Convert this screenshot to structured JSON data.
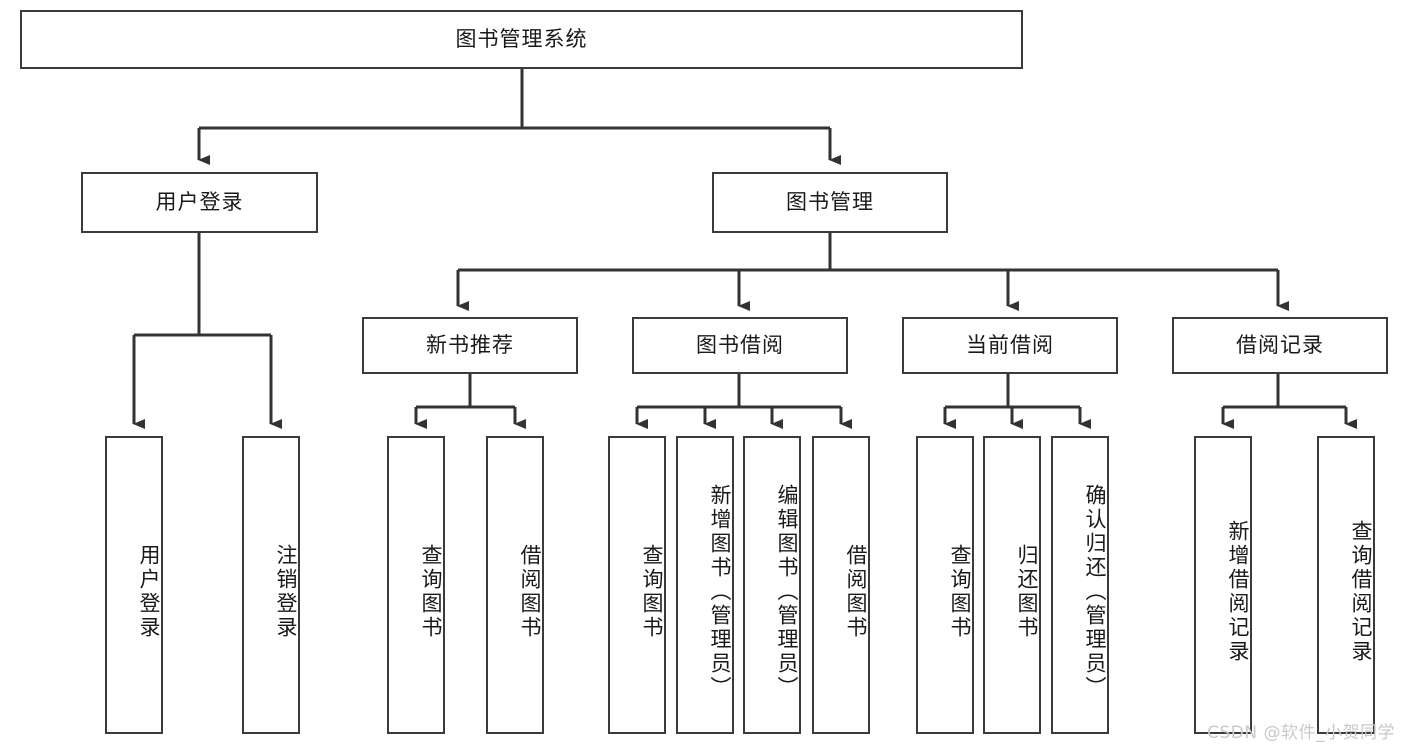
{
  "diagram": {
    "title": "图书管理系统",
    "type": "tree-hierarchy-diagram",
    "root": {
      "label": "图书管理系统"
    },
    "level2": [
      {
        "label": "用户登录"
      },
      {
        "label": "图书管理"
      }
    ],
    "level3": [
      {
        "label": "新书推荐"
      },
      {
        "label": "图书借阅"
      },
      {
        "label": "当前借阅"
      },
      {
        "label": "借阅记录"
      }
    ],
    "leaves": {
      "user_login": [
        {
          "label": "用户登录"
        },
        {
          "label": "注销登录"
        }
      ],
      "new_book_recommend": [
        {
          "label": "查询图书"
        },
        {
          "label": "借阅图书"
        }
      ],
      "book_borrow": [
        {
          "label": "查询图书"
        },
        {
          "label": "新增图书（管理员）"
        },
        {
          "label": "编辑图书（管理员）"
        },
        {
          "label": "借阅图书"
        }
      ],
      "current_borrow": [
        {
          "label": "查询图书"
        },
        {
          "label": "归还图书"
        },
        {
          "label": "确认归还（管理员）"
        }
      ],
      "borrow_record": [
        {
          "label": "新增借阅记录"
        },
        {
          "label": "查询借阅记录"
        }
      ]
    }
  },
  "watermark": {
    "text": "CSDN @软件_小贺同学"
  },
  "colors": {
    "background": "#ffffff",
    "box_border": "#3b3b3b",
    "connector": "#333333",
    "text": "#1a1a1a",
    "watermark": "#c9c9c9"
  }
}
